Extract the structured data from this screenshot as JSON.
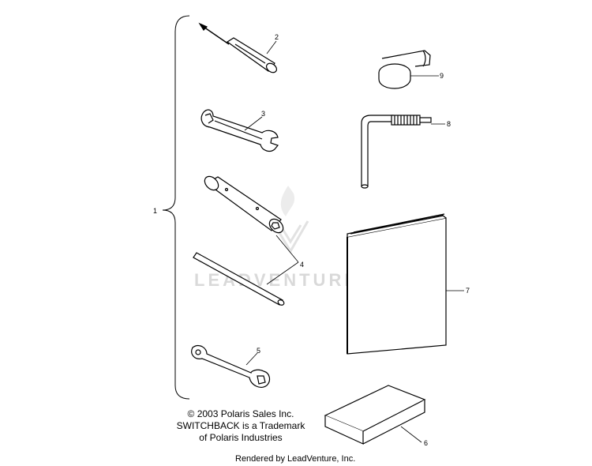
{
  "callouts": {
    "c1": "1",
    "c2": "2",
    "c3": "3",
    "c4": "4",
    "c5": "5",
    "c6": "6",
    "c7": "7",
    "c8": "8",
    "c9": "9"
  },
  "watermark": {
    "text": "LEADVENTURE"
  },
  "credits": {
    "copyright": "© 2003 Polaris Sales Inc.",
    "trademark_line1": "SWITCHBACK is a Trademark",
    "trademark_line2": "of Polaris Industries",
    "rendered_by": "Rendered by LeadVenture, Inc."
  }
}
